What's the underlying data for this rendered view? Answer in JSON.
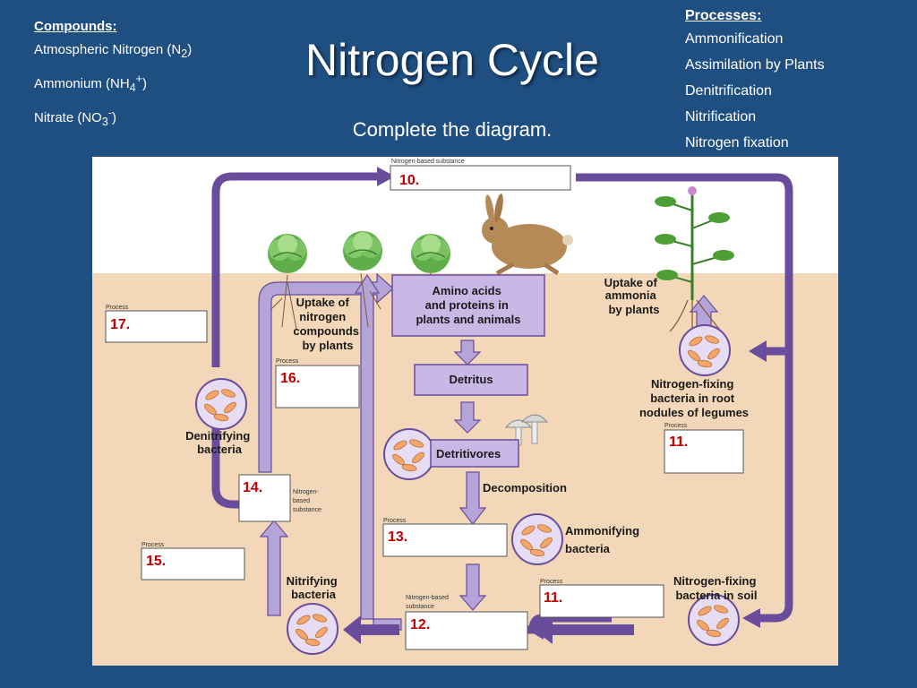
{
  "slide": {
    "title": "Nitrogen Cycle",
    "subtitle": "Complete the diagram.",
    "compounds": {
      "header": "Compounds:",
      "n2": {
        "text": "Atmospheric Nitrogen (N",
        "sub": "2",
        "close": ")"
      },
      "nh4": {
        "text": "Ammonium (NH",
        "sub": "4",
        "sup": "+",
        "close": ")"
      },
      "no3": {
        "text": "Nitrate (NO",
        "sub": "3",
        "sup": "-",
        "close": ")"
      }
    },
    "processes": {
      "header": "Processes:",
      "items": [
        "Ammonification",
        "Assimilation by Plants",
        "Denitrification",
        "Nitrification",
        "Nitrogen fixation"
      ]
    }
  },
  "diagram": {
    "small_labels": {
      "nitrogen_based_substance": "Nitrogen-based substance",
      "process": "Process",
      "nitrogen": "Nitrogen-",
      "based": "based",
      "substance": "substance",
      "nitrogen_based": "Nitrogen-based"
    },
    "blanks": {
      "b10": "10.",
      "b17": "17.",
      "b16": "16.",
      "b14": "14.",
      "b15": "15.",
      "b13": "13.",
      "b12": "12.",
      "b11_top": "11.",
      "b11_bottom": "11."
    },
    "labels": {
      "amino": [
        "Amino acids",
        "and proteins in",
        "plants and animals"
      ],
      "detritus": "Detritus",
      "detritivores": "Detritivores",
      "decomposition": "Decomposition",
      "ammonifying": [
        "Ammonifying",
        "bacteria"
      ],
      "uptake_compounds": [
        "Uptake of",
        "nitrogen",
        "compounds",
        "by plants"
      ],
      "uptake_ammonia": [
        "Uptake of",
        "ammonia",
        "by plants"
      ],
      "fixing_root": [
        "Nitrogen-fixing",
        "bacteria in root",
        "nodules of legumes"
      ],
      "fixing_soil": [
        "Nitrogen-fixing",
        "bacteria in soil"
      ],
      "denitrifying": [
        "Denitrifying",
        "bacteria"
      ],
      "nitrifying": [
        "Nitrifying",
        "bacteria"
      ]
    },
    "colors": {
      "arrow_dark": "#6a4c9c",
      "arrow_light": "#b4a4d8",
      "box_fill": "#c9b8e6",
      "soil": "#f2d8b8",
      "sky": "#ffffff",
      "blank_number": "#c00000"
    }
  }
}
